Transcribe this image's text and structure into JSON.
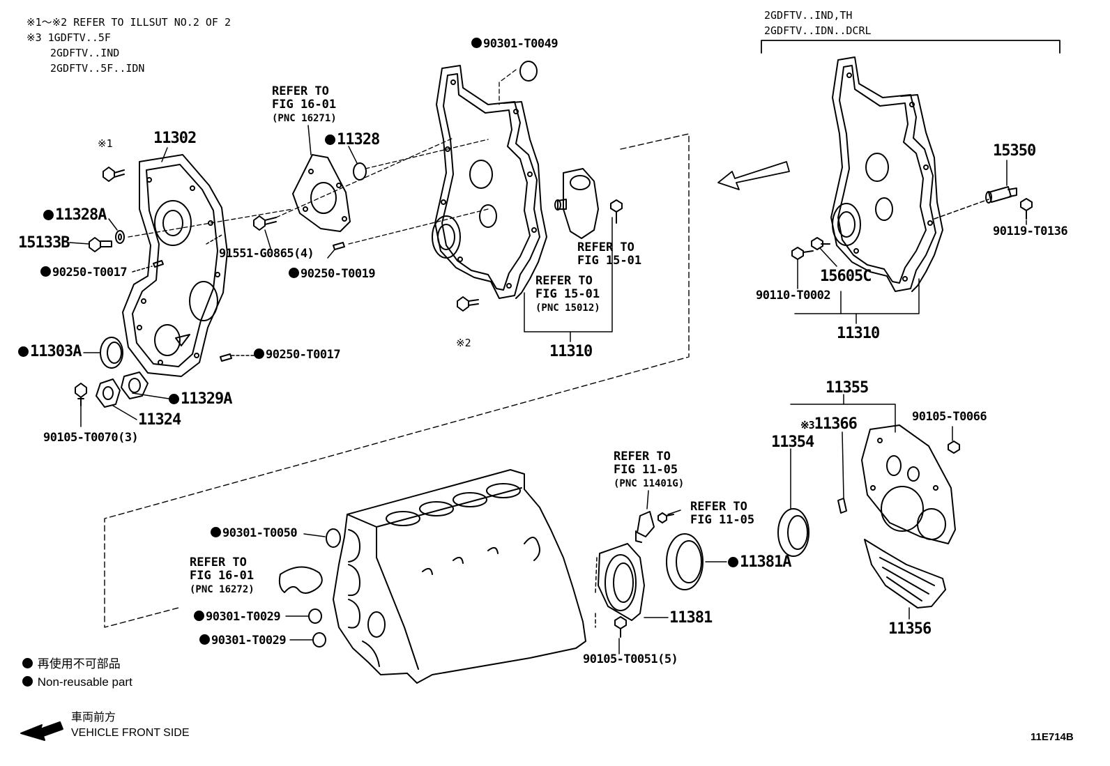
{
  "notes": {
    "line1": "※1～※2 REFER TO ILLSUT NO.2 OF 2",
    "line2": "※3 1GDFTV..5F",
    "line3": "2GDFTV..IND",
    "line4": "2GDFTV..5F..IDN"
  },
  "variant": {
    "line1": "2GDFTV..IND,TH",
    "line2": "2GDFTV..IDN..DCRL"
  },
  "parts": {
    "p11302": "11302",
    "p11328A": "11328A",
    "p15133B": "15133B",
    "p90250_T0017a": "90250-T0017",
    "p11303A": "11303A",
    "p90250_T0017b": "90250-T0017",
    "p11329A": "11329A",
    "p11324": "11324",
    "p90105_T0070": "90105-T0070(3)",
    "p11328": "11328",
    "p91551": "91551-G0865(4)",
    "p90250_T0019": "90250-T0019",
    "p90301_T0049": "90301-T0049",
    "p11310a": "11310",
    "p15350": "15350",
    "p90119": "90119-T0136",
    "p15605C": "15605C",
    "p90110": "90110-T0002",
    "p11310b": "11310",
    "p11355": "11355",
    "p11366": "11366",
    "p11354": "11354",
    "p90105_T0066": "90105-T0066",
    "p90301_T0050": "90301-T0050",
    "p90301_T0029a": "90301-T0029",
    "p90301_T0029b": "90301-T0029",
    "p11381A": "11381A",
    "p11381": "11381",
    "p90105_T0051": "90105-T0051(5)",
    "p11356": "11356"
  },
  "marks": {
    "x1": "※1",
    "x2": "※2",
    "x3": "※3"
  },
  "refs": {
    "r16_01a_1": "REFER TO",
    "r16_01a_2": "FIG 16-01",
    "r16_01a_3": "(PNC 16271)",
    "r15_01a_1": "REFER TO",
    "r15_01a_2": "FIG 15-01",
    "r15_01b_1": "REFER TO",
    "r15_01b_2": "FIG 15-01",
    "r15_01b_3": "(PNC 15012)",
    "r11_05a_1": "REFER TO",
    "r11_05a_2": "FIG 11-05",
    "r11_05a_3": "(PNC 11401G)",
    "r11_05b_1": "REFER TO",
    "r11_05b_2": "FIG 11-05",
    "r16_01b_1": "REFER TO",
    "r16_01b_2": "FIG 16-01",
    "r16_01b_3": "(PNC 16272)"
  },
  "legend": {
    "jp": "再使用不可部品",
    "en": "Non-reusable part"
  },
  "front": {
    "jp": "車両前方",
    "en": "VEHICLE FRONT SIDE"
  },
  "code": "11E714B"
}
